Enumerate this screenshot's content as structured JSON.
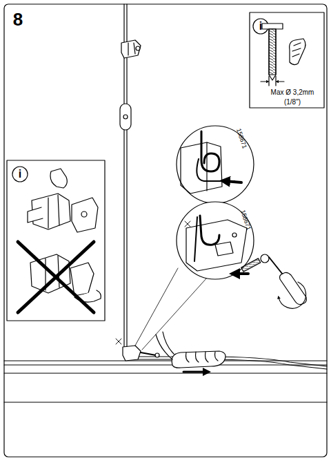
{
  "diagram": {
    "labels": [
      "8",
      "i",
      "Max Ø 3,2mm",
      "(1/8\")",
      "158671",
      "i",
      "158671"
    ]
  }
}
